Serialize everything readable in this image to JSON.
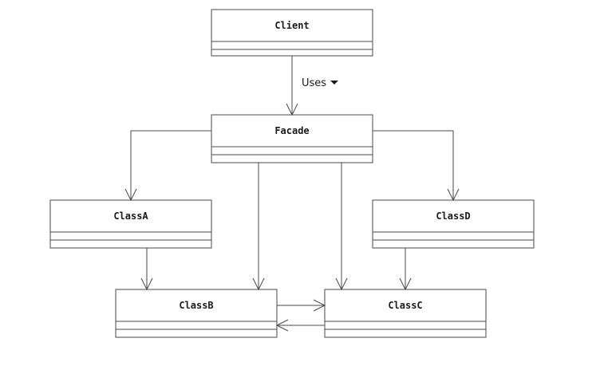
{
  "diagram": {
    "classes": {
      "client": "Client",
      "facade": "Facade",
      "classA": "ClassA",
      "classB": "ClassB",
      "classC": "ClassC",
      "classD": "ClassD"
    },
    "relations": {
      "uses_label": "Uses",
      "uses_marker_icon": "triangle-down-icon"
    },
    "colors": {
      "line": "#4a4a4a",
      "text": "#1a1a1a",
      "background": "#ffffff"
    }
  }
}
